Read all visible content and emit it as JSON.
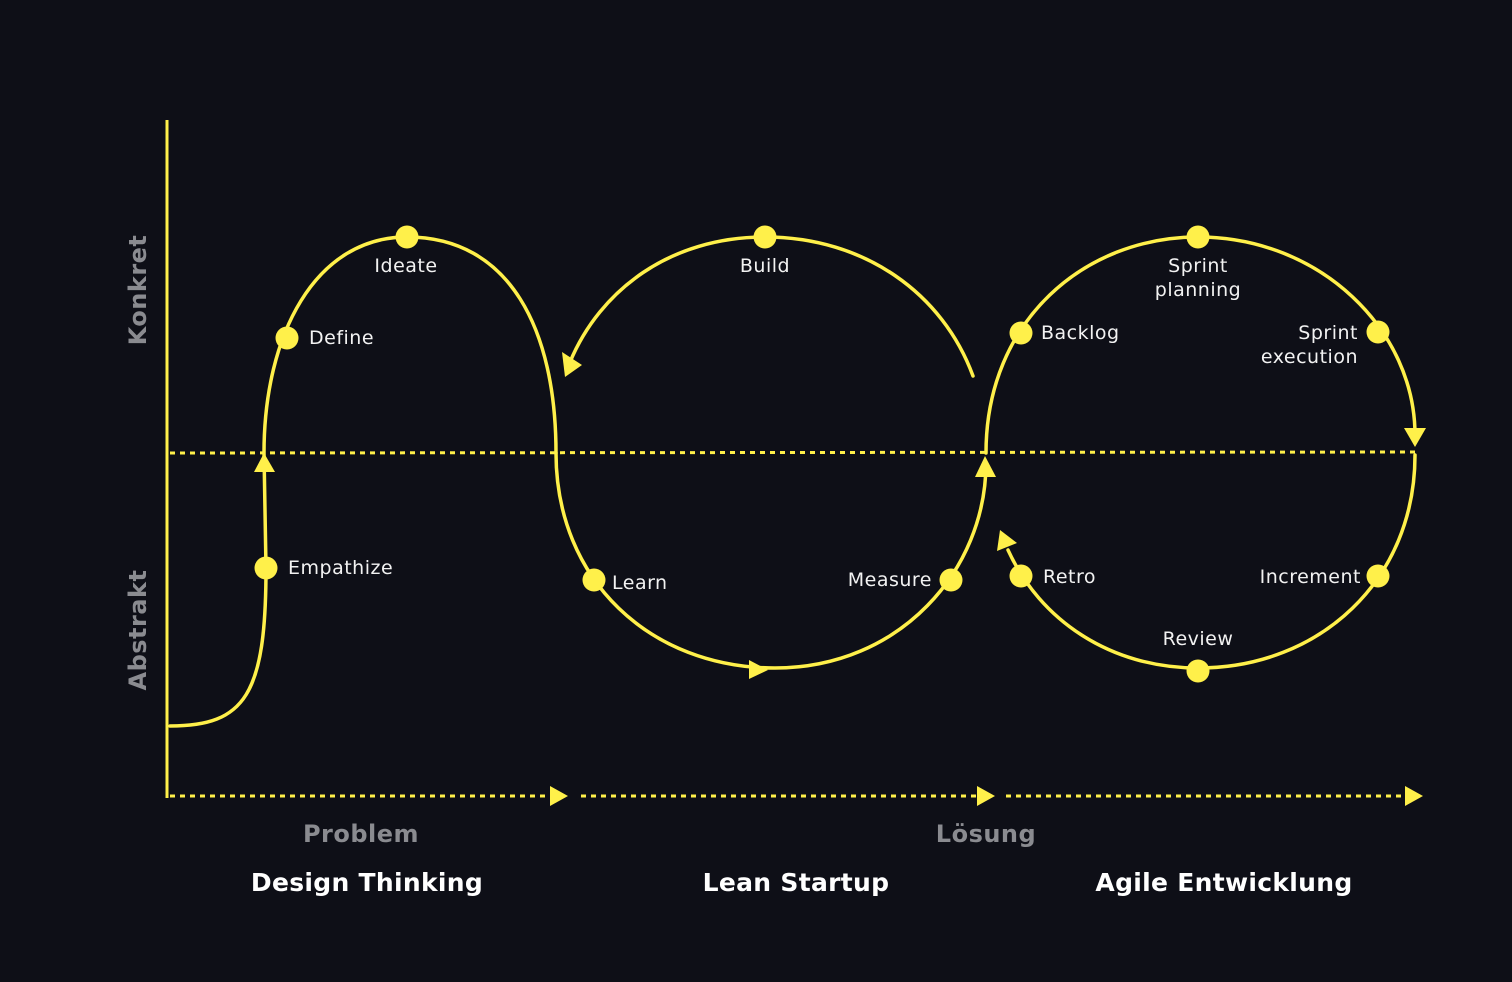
{
  "colors": {
    "background": "#0e0f17",
    "accent": "#fff04a",
    "muted": "#8a8b90",
    "text": "#ffffff"
  },
  "axes": {
    "y_top_label": "Konkret",
    "y_bottom_label": "Abstrakt",
    "x_left_label": "Problem",
    "x_right_label": "Lösung"
  },
  "sections": {
    "design_thinking": "Design Thinking",
    "lean_startup": "Lean Startup",
    "agile": "Agile Entwicklung"
  },
  "design_thinking": {
    "empathize": "Empathize",
    "define": "Define",
    "ideate": "Ideate"
  },
  "lean_startup": {
    "build": "Build",
    "measure": "Measure",
    "learn": "Learn"
  },
  "agile": {
    "backlog": "Backlog",
    "sprint_planning_1": "Sprint",
    "sprint_planning_2": "planning",
    "sprint_execution_1": "Sprint",
    "sprint_execution_2": "execution",
    "increment": "Increment",
    "review": "Review",
    "retro": "Retro"
  }
}
